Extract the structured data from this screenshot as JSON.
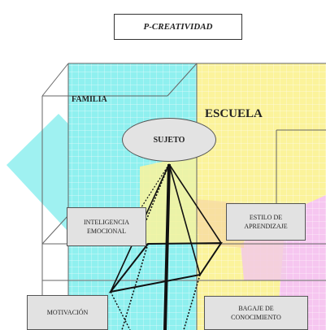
{
  "title": "P-CREATIVIDAD",
  "regions": {
    "familia": "FAMILIA",
    "escuela": "ESCUELA"
  },
  "center": "SUJETO",
  "factors": {
    "inteligencia": "INTELIGENCIA\nEMOCIONAL",
    "estilo": "ESTILO DE\nAPRENDIZAJE",
    "motivacion": "MOTIVACIÓN",
    "bagaje": "BAGAJE DE\nCONOCIMIENTO"
  },
  "colors": {
    "familia_fill": "#8ff0ef",
    "escuela_fill": "#fbf39b",
    "pink_fill": "#f6c6f0",
    "grid_line": "#ffffff",
    "frame": "#666666",
    "pyramid": "#111111"
  }
}
